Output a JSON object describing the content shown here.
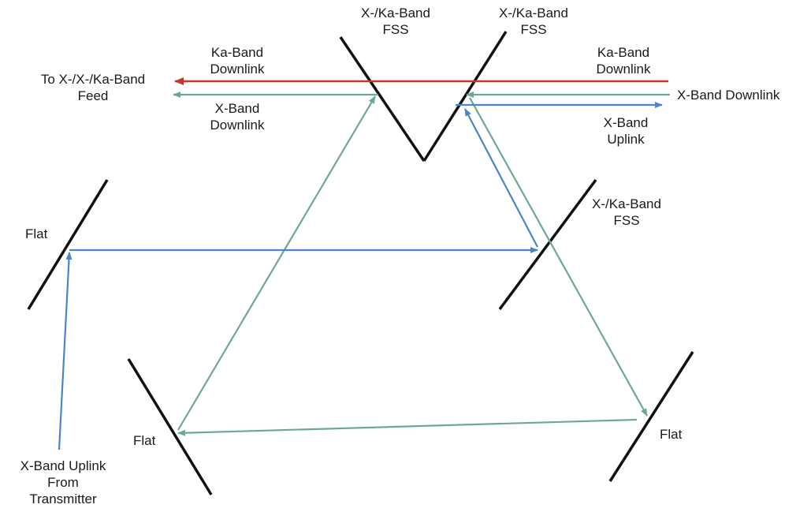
{
  "colors": {
    "mirror": "#111111",
    "ka_band_downlink": "#c0392b",
    "x_band_downlink": "#6fa892",
    "x_band_uplink": "#4a86c5"
  },
  "labels": {
    "fss_top_left": [
      "X-/Ka-Band",
      "FSS"
    ],
    "fss_top_right": [
      "X-/Ka-Band",
      "FSS"
    ],
    "fss_right": [
      "X-/Ka-Band",
      "FSS"
    ],
    "ka_downlink_left": [
      "Ka-Band",
      "Downlink"
    ],
    "ka_downlink_right": [
      "Ka-Band",
      "Downlink"
    ],
    "feed": [
      "To X-/X-/Ka-Band",
      "Feed"
    ],
    "x_downlink_left": [
      "X-Band",
      "Downlink"
    ],
    "x_downlink_right": "X-Band Downlink",
    "x_uplink_right": [
      "X-Band",
      "Uplink"
    ],
    "flat_top_left": "Flat",
    "flat_bottom_left": "Flat",
    "flat_bottom_right": "Flat",
    "x_uplink_source": [
      "X-Band Uplink",
      "From",
      "Transmitter"
    ]
  }
}
